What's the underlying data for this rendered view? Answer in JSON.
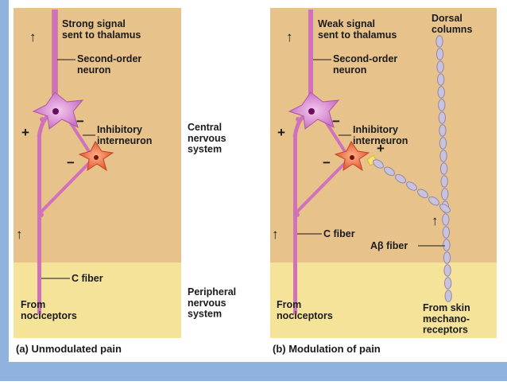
{
  "colors": {
    "cns_bg": "#e8c28b",
    "pns_bg": "#f6e39a",
    "neuron_pink": "#cf72bb",
    "neuron_soma": "#d58bd0",
    "interneuron_red": "#e05a2e",
    "ab_fiber": "#c9c2dc",
    "footer_bar": "#8fb3de"
  },
  "panel_a": {
    "signal": "Strong signal\nsent to thalamus",
    "second_order": "Second-order\nneuron",
    "inhibitory": "Inhibitory\ninterneuron",
    "c_fiber": "C fiber",
    "from": "From\nnociceptors",
    "caption": "(a) Unmodulated pain",
    "plus": "+",
    "minus1": "−",
    "minus2": "−",
    "arrow_up": "↑"
  },
  "middle": {
    "cns": "Central\nnervous\nsystem",
    "pns": "Peripheral\nnervous\nsystem"
  },
  "panel_b": {
    "signal": "Weak signal\nsent to thalamus",
    "dorsal": "Dorsal\ncolumns",
    "second_order": "Second-order\nneuron",
    "inhibitory": "Inhibitory\ninterneuron",
    "c_fiber": "C fiber",
    "ab_fiber": "Aβ fiber",
    "from_noci": "From\nnociceptors",
    "from_skin": "From skin\nmechano-\nreceptors",
    "caption": "(b) Modulation of pain",
    "plus": "+",
    "plus2": "+",
    "minus1": "−",
    "minus2": "−",
    "arrow_up": "↑"
  }
}
